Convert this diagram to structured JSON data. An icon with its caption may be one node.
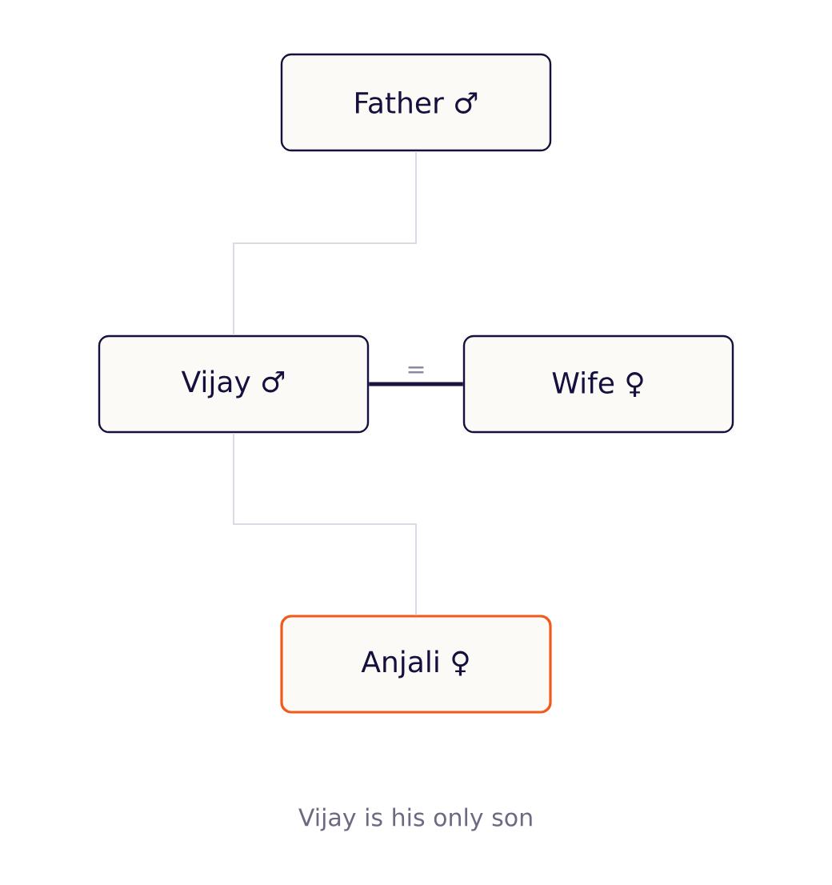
{
  "diagram": {
    "caption": "Vijay is his only son",
    "nodes": [
      {
        "text": [
          "Father ♂"
        ]
      },
      {
        "text": [
          "Vijay ♂"
        ]
      },
      {
        "text": [
          "Wife ♀"
        ]
      },
      {
        "text": [
          "Anjali ♀"
        ]
      }
    ],
    "edges": [
      {
        "from": 0,
        "to": 1,
        "arrow": "none"
      },
      {
        "from": 1,
        "to": 2,
        "arrow": "none",
        "label": "=",
        "style": "thick",
        "color": "#1a1440"
      },
      {
        "from": 1,
        "to": 3,
        "arrow": "none"
      }
    ]
  }
}
